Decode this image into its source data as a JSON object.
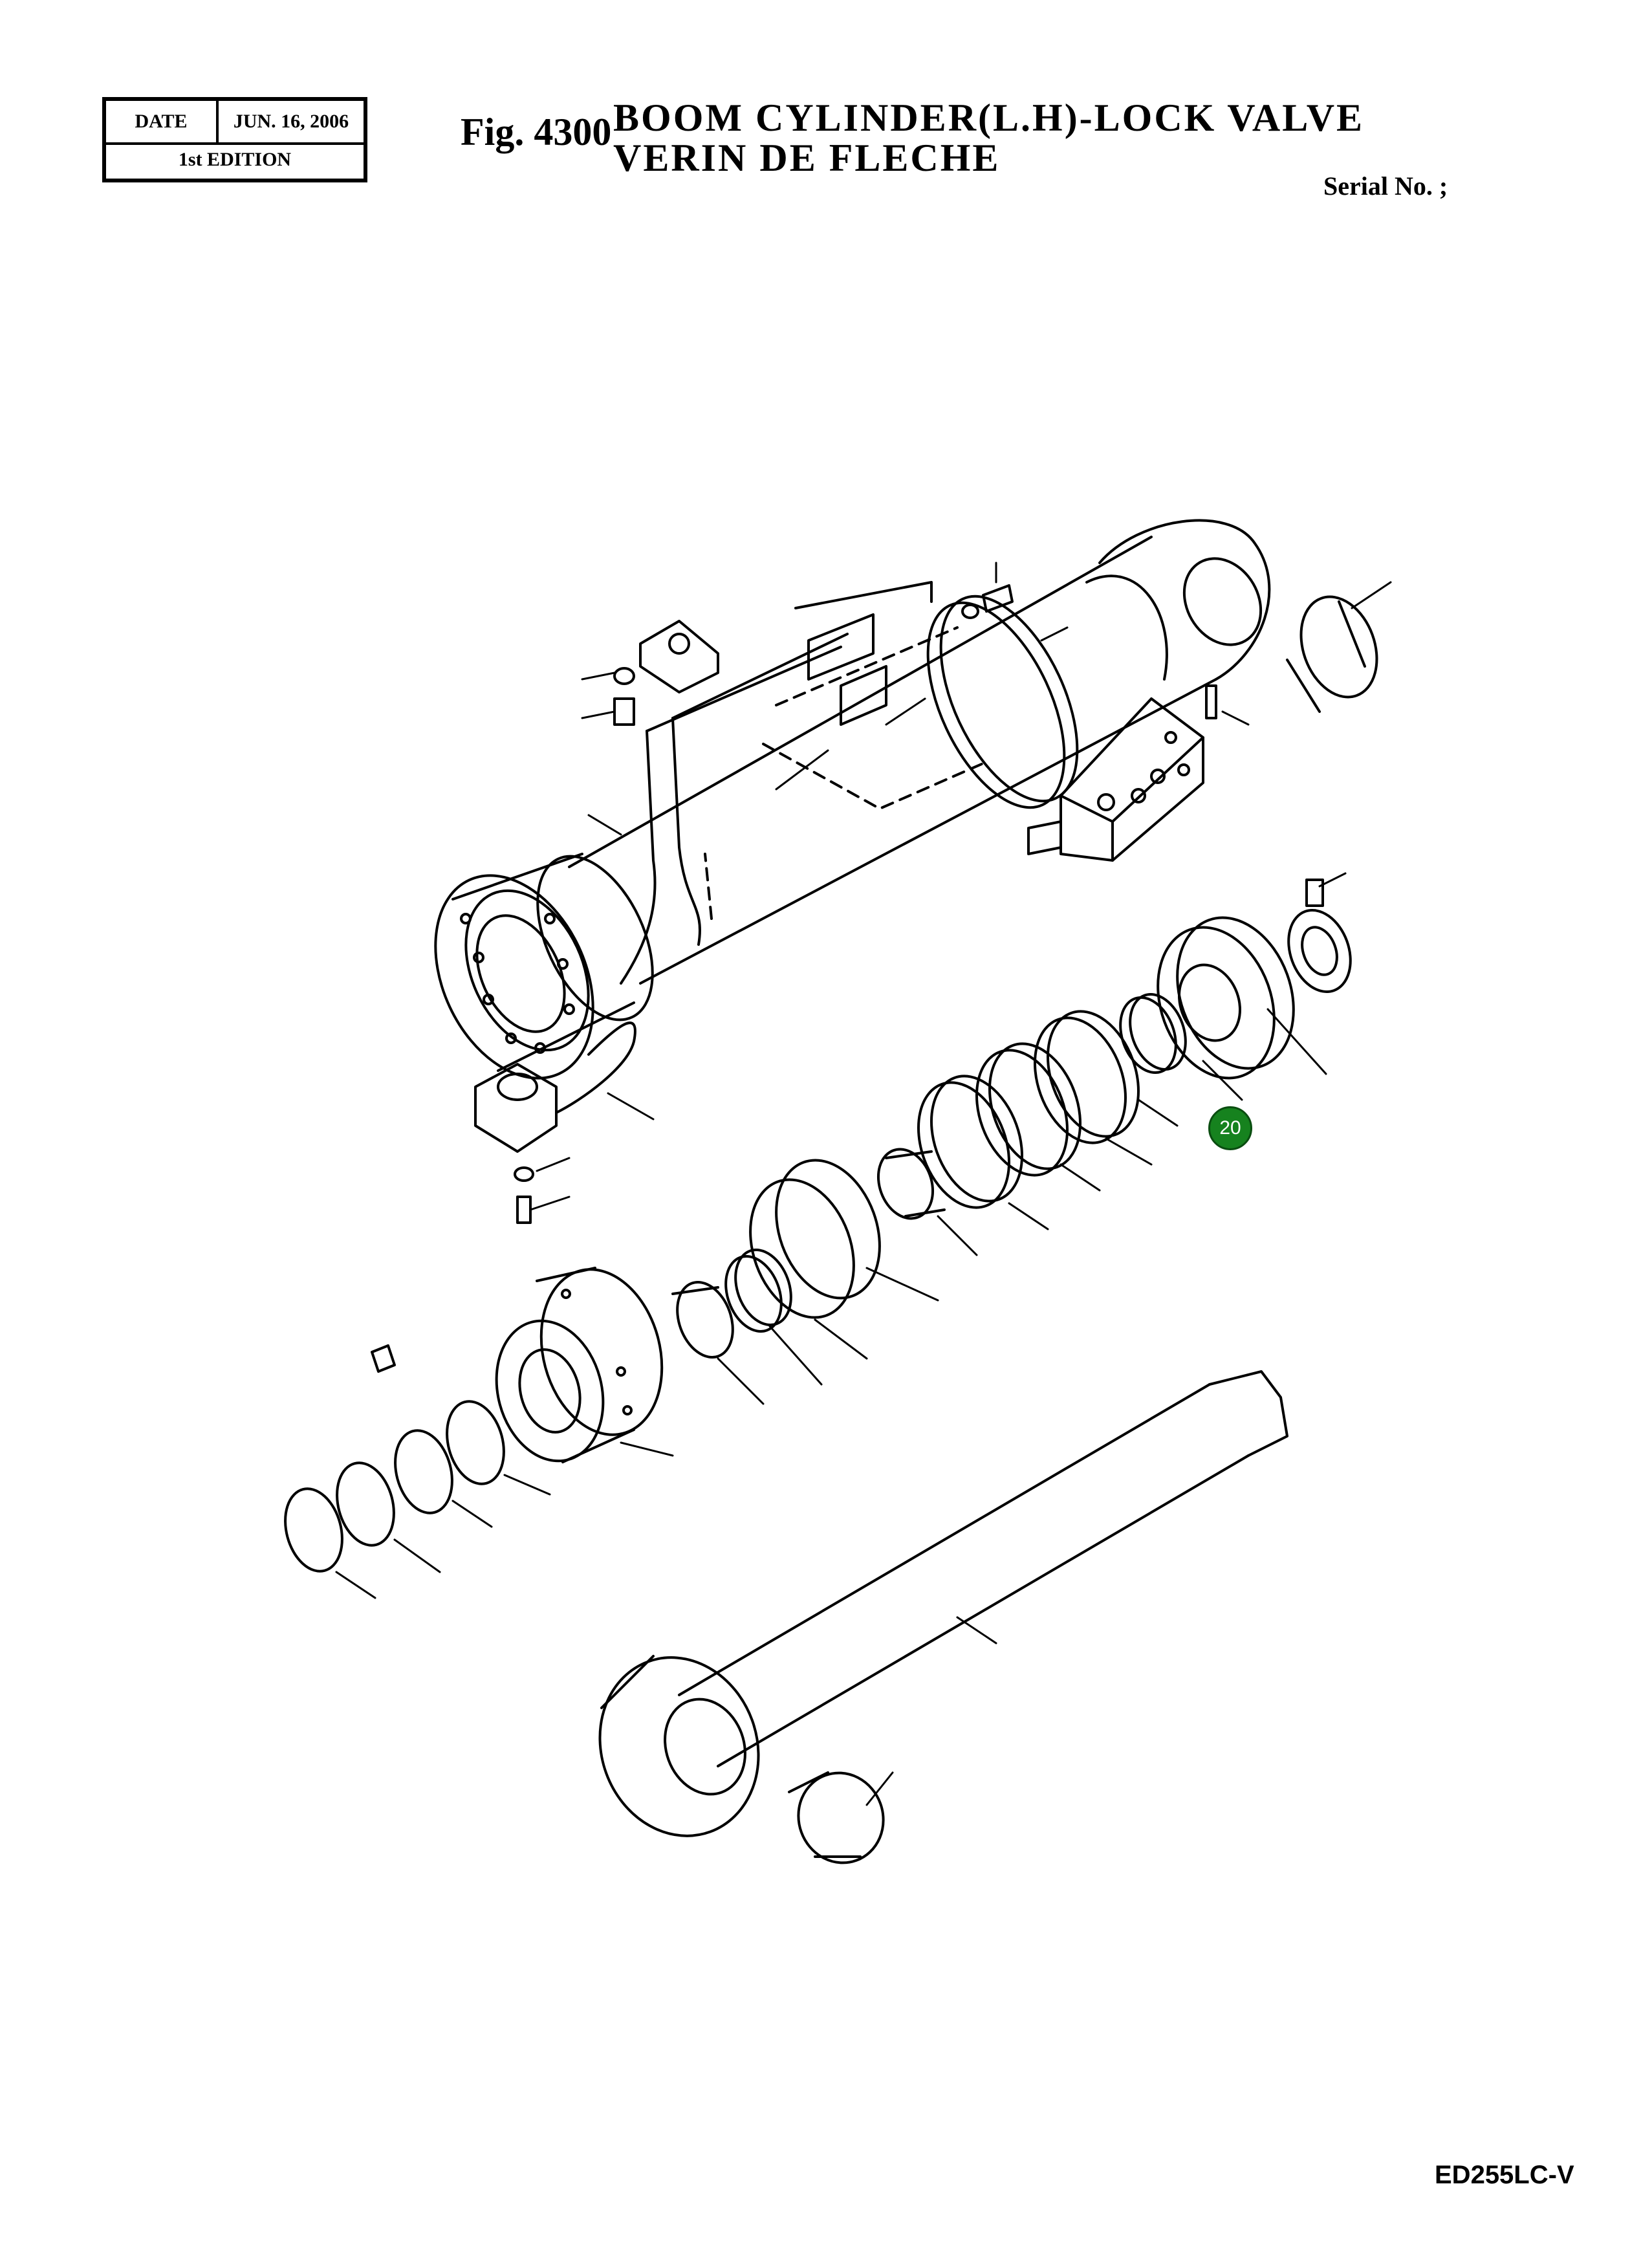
{
  "header": {
    "date_label": "DATE",
    "date_value": "JUN. 16, 2006",
    "edition": "1st EDITION",
    "fig": "Fig. 4300",
    "title_en": "BOOM CYLINDER(L.H)-LOCK VALVE",
    "title_fr": "VERIN DE FLECHE",
    "serial": "Serial No. ;"
  },
  "diagram": {
    "callout_number": "20",
    "callout_color": "#16821e"
  },
  "footer": {
    "model": "ED255LC-V"
  }
}
